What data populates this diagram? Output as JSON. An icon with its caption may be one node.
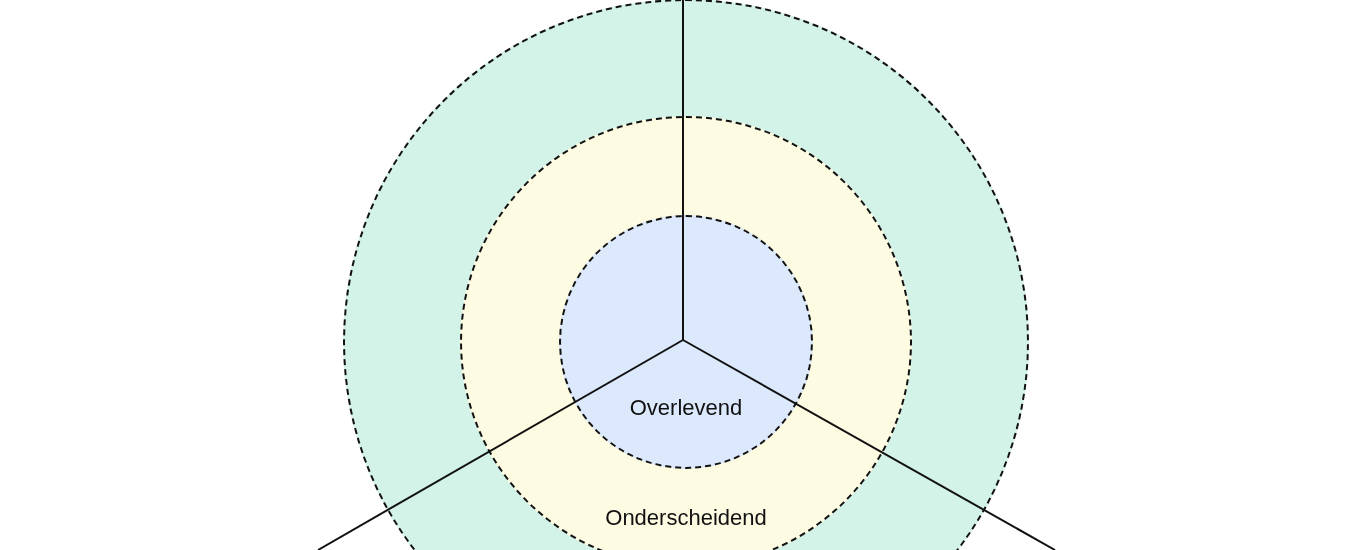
{
  "diagram": {
    "nodes": [
      {
        "text": [],
        "shape": "circle"
      },
      {
        "text": [
          "Onderscheidend"
        ],
        "in": 0
      },
      {
        "text": [
          "Overlevend"
        ],
        "in": 1
      }
    ]
  }
}
